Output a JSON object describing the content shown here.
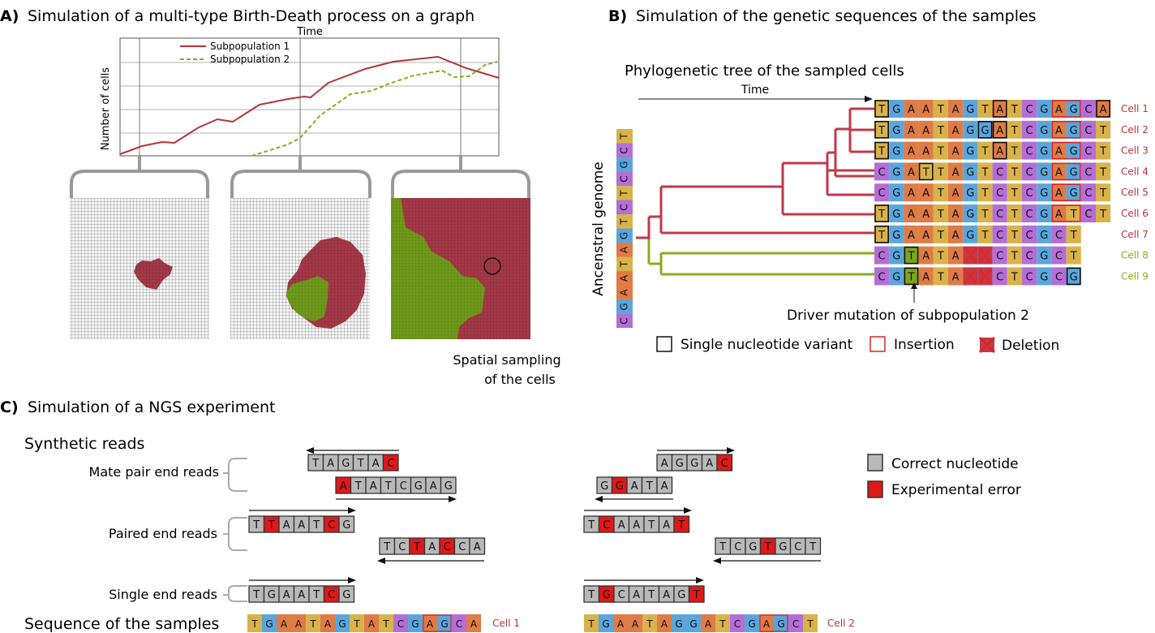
{
  "panel_a": {
    "label": "A)",
    "title": "Simulation of a multi-type Birth-Death process on a graph",
    "time_label": "Time",
    "ylabel": "Number of cells",
    "legend": [
      "Subpopulation 1",
      "Subpopulation 2"
    ],
    "sampling_label": [
      "Spatial sampling",
      "of the cells"
    ]
  },
  "panel_b": {
    "label": "B)",
    "title": "Simulation of the genetic sequences of the samples",
    "tree_title": "Phylogenetic tree of the sampled cells",
    "time_label": "Time",
    "ancestral_label": "Ancenstral genome",
    "ancestral_sequence": "CGAATAGTCTCGCT",
    "driver_label": "Driver mutation of subpopulation 2",
    "legend": [
      "Single nucleotide variant",
      "Insertion",
      "Deletion"
    ],
    "cells": [
      {
        "name": "Cell 1",
        "seq": "TGAATAGTATCGAGCA",
        "snv": [
          0,
          8,
          15
        ],
        "ins": [
          12,
          13
        ]
      },
      {
        "name": "Cell 2",
        "seq": "TGAATAGGATCGAGCT",
        "snv": [
          0,
          7,
          8
        ],
        "ins": [
          12,
          13
        ]
      },
      {
        "name": "Cell 3",
        "seq": "TGAATAGTATCGAGCT",
        "snv": [
          0,
          8
        ],
        "ins": [
          12,
          13
        ]
      },
      {
        "name": "Cell 4",
        "seq": "CGATTAGTCTCGAGCT",
        "snv": [
          3
        ],
        "ins": [
          12,
          13
        ]
      },
      {
        "name": "Cell 5",
        "seq": "CGAATAGTCTCGAGCT",
        "snv": [],
        "ins": [
          12,
          13
        ]
      },
      {
        "name": "Cell 6",
        "seq": "TGAATAGTCTCGATCT",
        "snv": [
          0
        ],
        "ins": [
          12,
          13
        ]
      },
      {
        "name": "Cell 7",
        "seq": "TGAATAGTCTCGCT",
        "snv": [
          0
        ],
        "ins": []
      },
      {
        "name": "Cell 8",
        "seq": "CGTATA  CTCGCT",
        "snv": [
          2
        ],
        "ins": []
      },
      {
        "name": "Cell 9",
        "seq": "CGTATA  CTCGCG",
        "snv": [
          2,
          13
        ],
        "ins": []
      }
    ]
  },
  "panel_c": {
    "label": "C)",
    "title": "Simulation of a NGS experiment",
    "synthetic_reads": "Synthetic reads",
    "read_types": [
      "Mate pair end reads",
      "Paired end reads",
      "Single end reads"
    ],
    "legend": [
      "Correct nucleotide",
      "Experimental error"
    ],
    "samples_label": "Sequence of the samples",
    "sample1": {
      "name": "Cell 1",
      "seq": "TGAATAGTATCGAGCA"
    },
    "sample2": {
      "name": "Cell 2",
      "seq": "TGAATAGGATCGAGCT"
    },
    "reads": [
      {
        "seq": "TAGTAC",
        "err": [
          5
        ]
      },
      {
        "seq": "ATATCGAG",
        "err": [
          0
        ]
      },
      {
        "seq": "TTAATCG",
        "err": [
          1,
          5
        ]
      },
      {
        "seq": "TCTACCA",
        "err": [
          2,
          4
        ]
      },
      {
        "seq": "TGAATCG",
        "err": [
          5
        ]
      },
      {
        "seq": "AGGAC",
        "err": [
          4
        ]
      },
      {
        "seq": "GGATA",
        "err": [
          1
        ]
      },
      {
        "seq": "TCAATAT",
        "err": [
          1,
          6
        ]
      },
      {
        "seq": "TCGTGCT",
        "err": [
          3
        ]
      },
      {
        "seq": "TGCATAGT",
        "err": [
          1,
          7
        ]
      }
    ]
  },
  "colors": {
    "A": "#e07b45",
    "T": "#d9b24a",
    "G": "#5aa6dc",
    "C": "#b56ed6",
    "subpop1": "#b0363d",
    "subpop2": "#8aad1f",
    "error": "#e01818",
    "correct": "#b9b9b9"
  }
}
